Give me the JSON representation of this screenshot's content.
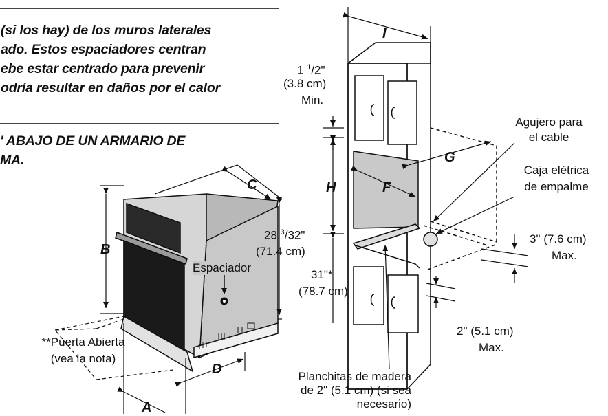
{
  "note": {
    "lines": [
      "(si los hay) de los muros laterales",
      "ado.  Estos espaciadores centran",
      "ebe estar centrado para prevenir",
      "odría resultar en daños por el calor"
    ]
  },
  "heading": {
    "lines": [
      "' ABAJO DE UN ARMARIO DE",
      "MA."
    ]
  },
  "oven": {
    "labels": {
      "A": "A",
      "B": "B",
      "C": "C",
      "D": "D",
      "spacer": "Espaciador",
      "door_open": "**Puerta Abierta",
      "door_note": "(vea la nota)"
    }
  },
  "cabinet": {
    "labels": {
      "I": "I",
      "H": "H",
      "F": "F",
      "G": "G",
      "min_gap_whole": "1",
      "min_gap_frac_num": "1",
      "min_gap_frac_den": "/2\"",
      "min_gap_cm": "(3.8 cm)",
      "min_gap_min": "Min.",
      "height_whole": "28",
      "height_frac_num": "3",
      "height_frac_den": "/32\"",
      "height_cm": "(71.4 cm)",
      "floor_height": "31\"*",
      "floor_height_cm": "(78.7 cm)",
      "cable_hole_1": "Agujero para",
      "cable_hole_2": "el cable",
      "junction_box_1": "Caja elétrica",
      "junction_box_2": "de empalme",
      "max3": "3\" (7.6 cm)",
      "max3_max": "Max.",
      "max2": "2\" (5.1 cm)",
      "max2_max": "Max.",
      "boards_1": "Planchitas de madera",
      "boards_2": "de 2\" (5.1 cm) (si sea",
      "boards_3": "necesario)"
    }
  }
}
